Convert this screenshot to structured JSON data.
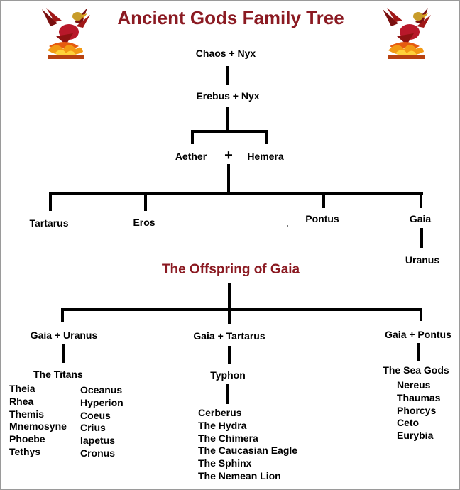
{
  "title": "Ancient Gods Family Tree",
  "generation_1": "Chaos + Nyx",
  "generation_2": "Erebus + Nyx",
  "generation_3": {
    "left": "Aether",
    "plus": "+",
    "right": "Hemera"
  },
  "generation_4": [
    "Tartarus",
    "Eros",
    "Pontus",
    "Gaia"
  ],
  "gaia_child": "Uranus",
  "offspring_title": "The Offspring of Gaia",
  "branches": {
    "uranus": {
      "parents": "Gaia + Uranus",
      "group": "The Titans",
      "column_1": [
        "Theia",
        "Rhea",
        "Themis",
        "Mnemosyne",
        "Phoebe",
        "Tethys"
      ],
      "column_2": [
        "Oceanus",
        "Hyperion",
        "Coeus",
        "Crius",
        "Iapetus",
        "Cronus"
      ]
    },
    "tartarus": {
      "parents": "Gaia + Tartarus",
      "group": "Typhon",
      "children": [
        "Cerberus",
        "The Hydra",
        "The Chimera",
        "The Caucasian Eagle",
        "The Sphinx",
        "The Nemean Lion"
      ]
    },
    "pontus": {
      "parents": "Gaia + Pontus",
      "group": "The Sea Gods",
      "children": [
        "Nereus",
        "Thaumas",
        "Phorcys",
        "Ceto",
        "Eurybia"
      ]
    }
  },
  "colors": {
    "title": "#8b1a22",
    "text": "#000000",
    "lines": "#000000"
  },
  "icons": [
    "phoenix-icon-left",
    "phoenix-icon-right"
  ]
}
